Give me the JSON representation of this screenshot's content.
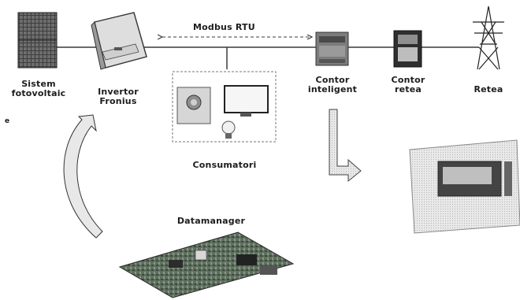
{
  "bus": {
    "label": "Modbus RTU"
  },
  "components": {
    "pv": {
      "line1": "Sistem",
      "line2": "fotovoltaic"
    },
    "inverter": {
      "line1": "Invertor",
      "line2": "Fronius"
    },
    "smart_meter": {
      "line1": "Contor",
      "line2": "inteligent"
    },
    "grid_meter": {
      "line1": "Contor",
      "line2": "retea"
    },
    "grid": {
      "label": "Retea"
    },
    "consumers": {
      "label": "Consumatori"
    },
    "datamanager": {
      "label": "Datamanager"
    },
    "stray_mark": "e"
  },
  "colors": {
    "line": "#3a3a3a",
    "arrow_fill": "#e8e8e8",
    "device_light": "#dcdcdc",
    "device_dark": "#4a4a4a",
    "board_green": "#556b55"
  }
}
